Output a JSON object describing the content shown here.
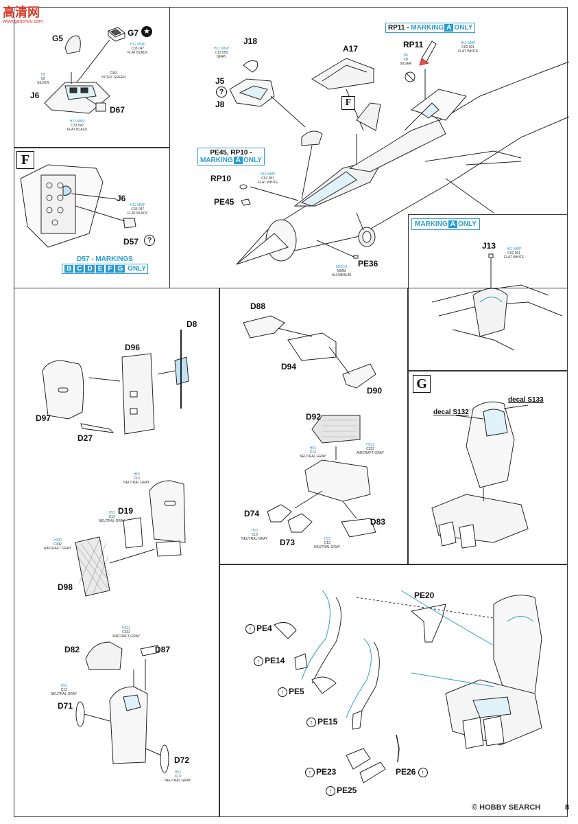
{
  "header": {
    "logo_cn": "高清网",
    "logo_url": "www.gaoshou.com",
    "footer_brand": "HOBBY SEARCH",
    "page_number": "8"
  },
  "panel_top_left": {
    "labels": [
      "G5",
      "G7",
      "J6",
      "D67"
    ],
    "notes": [
      {
        "a": "H8",
        "b": "C8",
        "c": "SILVER"
      },
      {
        "a": "H12 MMP",
        "b": "C33 047",
        "c": "FLAT BLACK"
      },
      {
        "a": "C351",
        "b": "INTER. GREEN",
        "c": ""
      },
      {
        "a": "H12 MMP",
        "b": "C33 047",
        "c": "FLAT BLACK"
      }
    ]
  },
  "panel_f": {
    "letter": "F",
    "labels": [
      "J6",
      "D57"
    ],
    "note": {
      "a": "H12 MMP",
      "b": "C33 047",
      "c": "FLAT BLACK"
    },
    "banner_prefix": "D57 - MARKINGS",
    "markings": [
      "B",
      "C",
      "D",
      "E",
      "F",
      "G"
    ],
    "banner_suffix": "ONLY"
  },
  "panel_main": {
    "labels": [
      "J18",
      "J5",
      "J8",
      "A17",
      "RP11",
      "RP10",
      "PE45",
      "PE36"
    ],
    "rp11_banner": {
      "prefix": "RP11 -",
      "word": "MARKING",
      "letter": "A",
      "suffix": "ONLY"
    },
    "pe45_banner": {
      "line1": "PE45, RP10 -",
      "word": "MARKING",
      "letter": "A",
      "suffix": "ONLY"
    },
    "f_marker": "F",
    "notes": [
      {
        "a": "H11 MMP",
        "b": "C15 050",
        "c": "GRAY"
      },
      {
        "a": "H8",
        "b": "C8",
        "c": "SILVER"
      },
      {
        "a": "H11 MMP",
        "b": "C62 001",
        "c": "FLAT WHITE"
      },
      {
        "a": "H11 MMP",
        "b": "C62 001",
        "c": "FLAT WHITE"
      },
      {
        "a": "MC214",
        "b": "MMM",
        "c": "ALUMINIUM"
      }
    ]
  },
  "panel_j13": {
    "banner": {
      "word": "MARKING",
      "letter": "A",
      "suffix": "ONLY"
    },
    "labels": [
      "J13"
    ],
    "note": {
      "a": "H11 MMP",
      "b": "C62 001",
      "c": "FLAT WHITE"
    }
  },
  "panel_seat1": {
    "labels": [
      "D8",
      "D96",
      "D97",
      "D27"
    ]
  },
  "panel_seat2": {
    "labels": [
      "D88",
      "D94",
      "D90"
    ]
  },
  "panel_seat3": {
    "labels": [
      "D92",
      "D74",
      "D73",
      "D83"
    ],
    "notes": [
      {
        "a": "H53",
        "b": "C13",
        "c": "NEUTRAL GRAY"
      },
      {
        "a": "H332",
        "b": "C332",
        "c": "AIRCRAFT GRAY"
      },
      {
        "a": "H53",
        "b": "C13",
        "c": "NEUTRAL GRAY"
      },
      {
        "a": "H53",
        "b": "C13",
        "c": "NEUTRAL GRAY"
      }
    ]
  },
  "panel_g": {
    "letter": "G",
    "labels": [
      "decal S133",
      "decal S132"
    ]
  },
  "panel_seat4": {
    "labels": [
      "D19",
      "D98"
    ],
    "notes": [
      {
        "a": "H53",
        "b": "C13",
        "c": "NEUTRAL GRAY"
      },
      {
        "a": "H53",
        "b": "C13",
        "c": "NEUTRAL GRAY"
      },
      {
        "a": "H332",
        "b": "C332",
        "c": "AIRCRAFT GRAY"
      }
    ]
  },
  "panel_seat5": {
    "labels": [
      "D82",
      "D87",
      "D71",
      "D72"
    ],
    "notes": [
      {
        "a": "H332",
        "b": "C332",
        "c": "AIRCRAFT GRAY"
      },
      {
        "a": "H53",
        "b": "C13",
        "c": "NEUTRAL GRAY"
      },
      {
        "a": "H53",
        "b": "C13",
        "c": "NEUTRAL GRAY"
      }
    ]
  },
  "panel_harness": {
    "labels": [
      "PE20",
      "PE4",
      "PE14",
      "PE5",
      "PE15",
      "PE23",
      "PE25",
      "PE26"
    ]
  }
}
